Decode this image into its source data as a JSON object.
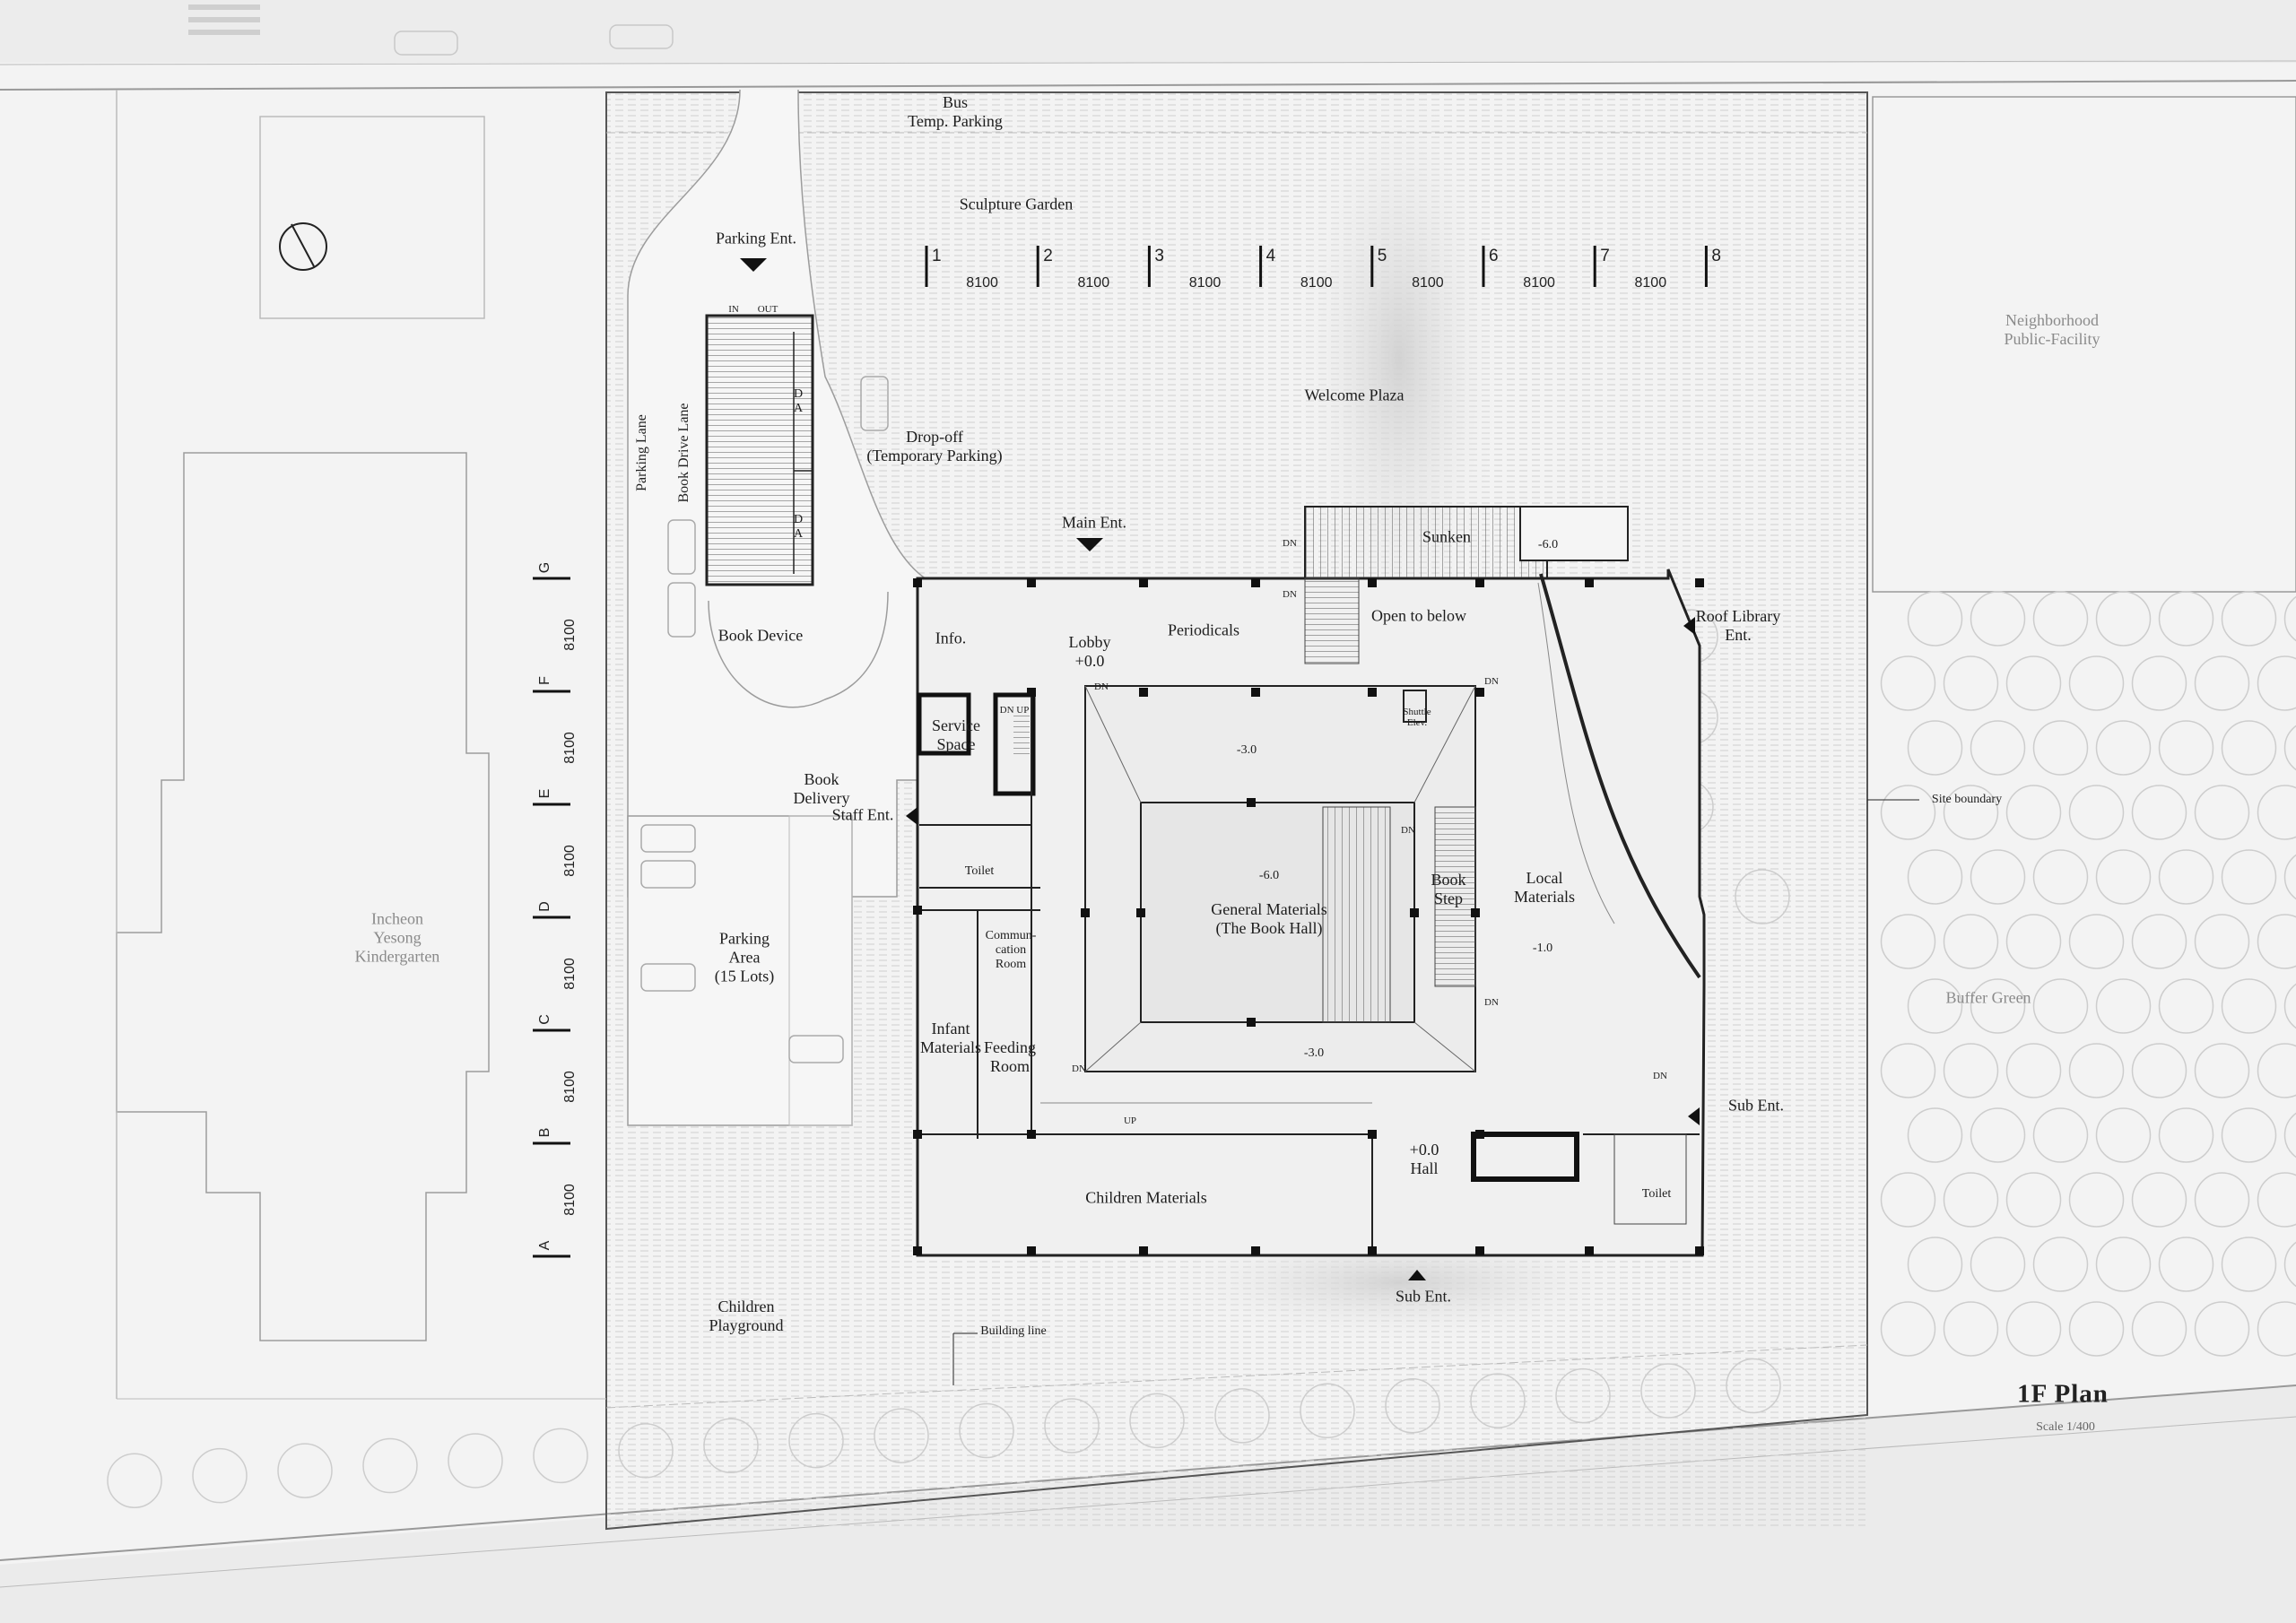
{
  "plan": {
    "title": "1F  Plan",
    "scale": "Scale 1/400"
  },
  "site_labels": {
    "bus": "Bus\nTemp. Parking",
    "sculpture": "Sculpture Garden",
    "parking_ent": "Parking Ent.",
    "in": "IN",
    "out": "OUT",
    "da1": "D\nA",
    "da2": "D\nA",
    "parking_lane": "Parking Lane",
    "book_drive_lane": "Book Drive Lane",
    "drop_off": "Drop-off\n(Temporary Parking)",
    "welcome": "Welcome Plaza",
    "neighborhood": "Neighborhood\nPublic-Facility",
    "book_device": "Book Device",
    "book_delivery": "Book\nDelivery",
    "staff_ent": "Staff Ent.",
    "parking_area": "Parking\nArea\n(15 Lots)",
    "kindergarten": "Incheon\nYesong\nKindergarten",
    "children_playground": "Children\nPlayground",
    "building_line": "Building line",
    "site_boundary": "Site boundary",
    "buffer_green": "Buffer Green",
    "roof_library": "Roof Library\nEnt.",
    "sub_ent_east": "Sub Ent.",
    "sub_ent_south": "Sub Ent."
  },
  "rooms": {
    "main_ent": "Main Ent.",
    "sunken": "Sunken",
    "sunken_level": "-6.0",
    "open_below": "Open to below",
    "info": "Info.",
    "lobby": "Lobby\n+0.0",
    "periodicals": "Periodicals",
    "service": "Service\nSpace",
    "shuttle": "Shuttle\nElev.",
    "level_minus3": "-3.0",
    "level_minus3b": "-3.0",
    "level_minus6": "-6.0",
    "general": "General Materials\n(The Book Hall)",
    "book_step": "Book\nStep",
    "local": "Local\nMaterials",
    "level_minus1": "-1.0",
    "toilet_w": "Toilet",
    "communication": "Commun-\ncation\nRoom",
    "infant": "Infant\nMaterials",
    "feeding": "Feeding\nRoom",
    "hall": "+0.0\nHall",
    "children_materials": "Children Materials",
    "toilet_e": "Toilet",
    "dn": "DN",
    "up": "UP",
    "dnup": "DN  UP"
  },
  "grid": {
    "columns": [
      "1",
      "2",
      "3",
      "4",
      "5",
      "6",
      "7",
      "8"
    ],
    "col_spans": [
      "8100",
      "8100",
      "8100",
      "8100",
      "8100",
      "8100",
      "8100"
    ],
    "rows": [
      "G",
      "F",
      "E",
      "D",
      "C",
      "B",
      "A"
    ],
    "row_spans": [
      "8100",
      "8100",
      "8100",
      "8100",
      "8100",
      "8100"
    ]
  },
  "colors": {
    "paper": "#f3f3f3",
    "ink": "#222222",
    "hatch": "#c9c9c9",
    "tree": "#d6d6d6",
    "wall": "#111111"
  }
}
